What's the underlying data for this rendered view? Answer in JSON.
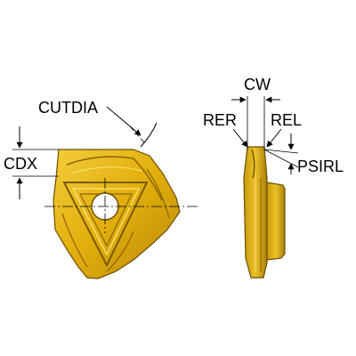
{
  "labels": {
    "cutdia": "CUTDIA",
    "cdx": "CDX",
    "cw": "CW",
    "rer": "RER",
    "rel": "REL",
    "psirl": "PSIRL"
  },
  "colors": {
    "insert_fill": "#E8B40C",
    "insert_dark": "#7A5A05",
    "insert_light": "#F5D34A",
    "ink": "#000000"
  }
}
